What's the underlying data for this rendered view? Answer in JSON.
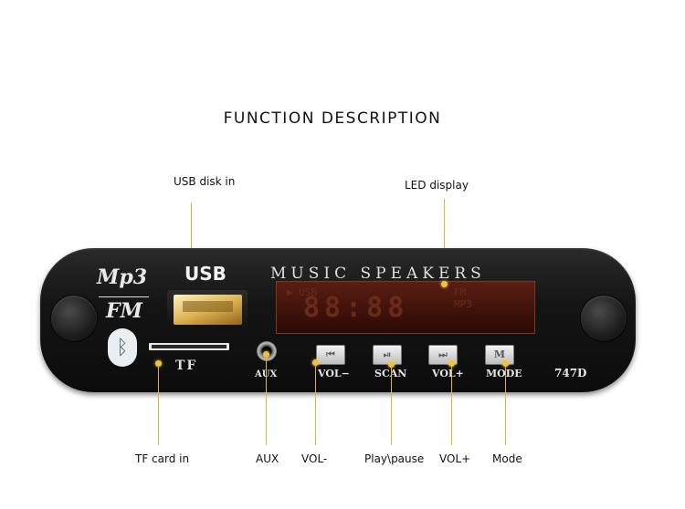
{
  "title": "FUNCTION DESCRIPTION",
  "callouts": {
    "usb_disk_in": "USB disk in",
    "led_display": "LED display",
    "tf_card_in": "TF card in",
    "aux": "AUX",
    "vol_minus": "VOL-",
    "play_pause": "Play\\pause",
    "vol_plus": "VOL+",
    "mode": "Mode"
  },
  "panel": {
    "logo_top": "Mp3",
    "logo_bottom": "FM",
    "usb_label": "USB",
    "speakers_label": "MUSIC SPEAKERS",
    "tf_label": "TF",
    "aux_label": "AUX",
    "buttons": [
      {
        "label": "VOL−",
        "icon": "previous-icon"
      },
      {
        "label": "SCAN",
        "icon": "play-pause-icon"
      },
      {
        "label": "VOL+",
        "icon": "next-icon"
      },
      {
        "label": "MODE",
        "icon": "mode-icon"
      }
    ],
    "model": "747D"
  },
  "colors": {
    "leader_line": "#e6b23a",
    "panel": "#141414",
    "display": "#3a0f08"
  }
}
